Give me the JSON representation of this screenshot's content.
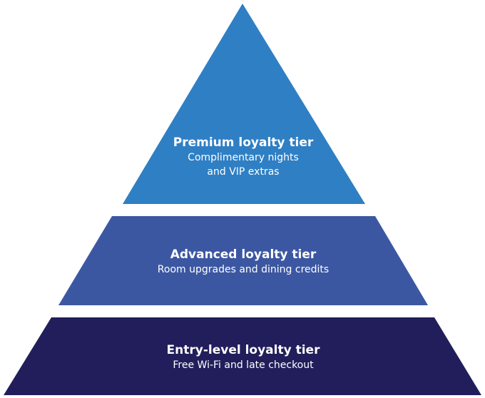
{
  "tiers": [
    {
      "title": "Premium loyalty tier",
      "description_lines": [
        "Complimentary nights",
        "and VIP extras"
      ],
      "color": "#2F7FC4"
    },
    {
      "title": "Advanced loyalty tier",
      "description_lines": [
        "Room upgrades and dining credits"
      ],
      "color": "#3C57A2"
    },
    {
      "title": "Entry-level loyalty tier",
      "description_lines": [
        "Free Wi-Fi and late checkout"
      ],
      "color": "#211E5B"
    }
  ],
  "background_color": "#FFFFFF"
}
